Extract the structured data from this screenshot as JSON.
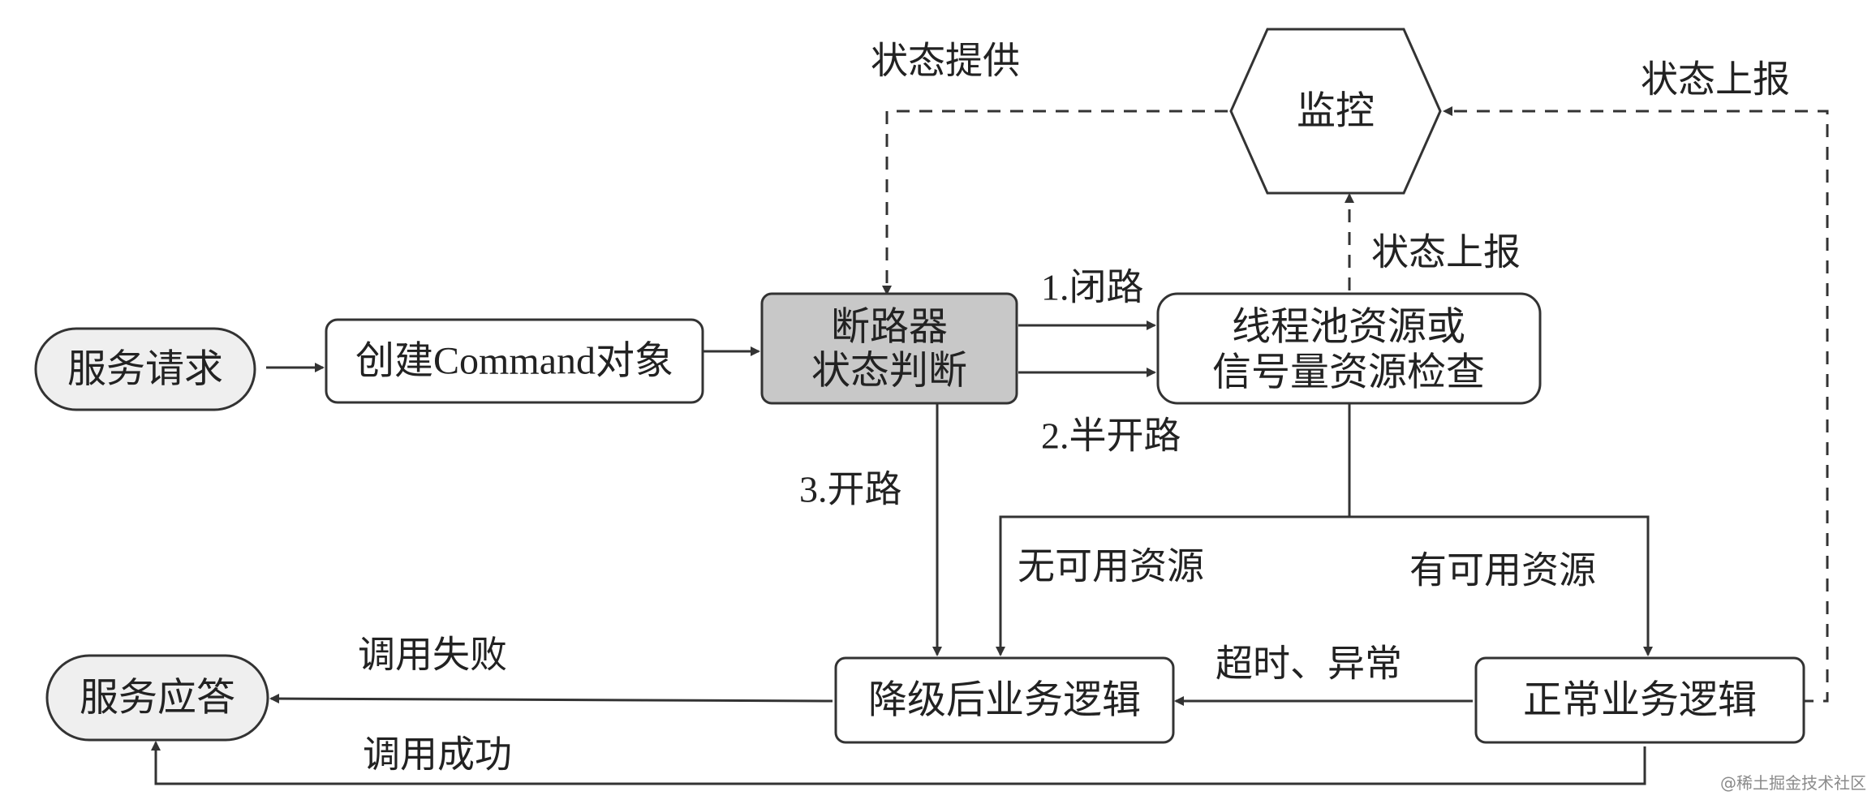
{
  "nodes": {
    "service_request": "服务请求",
    "create_command": "创建Command对象",
    "breaker_state_line1": "断路器",
    "breaker_state_line2": "状态判断",
    "resource_check_line1": "线程池资源或",
    "resource_check_line2": "信号量资源检查",
    "monitor": "监控",
    "fallback_logic": "降级后业务逻辑",
    "normal_logic": "正常业务逻辑",
    "service_response": "服务应答"
  },
  "edges": {
    "state_provide": "状态提供",
    "state_report_right": "状态上报",
    "state_report_up": "状态上报",
    "closed": "1.闭路",
    "half_open": "2.半开路",
    "open": "3.开路",
    "no_resource": "无可用资源",
    "has_resource": "有可用资源",
    "timeout_exception": "超时、异常",
    "call_failed": "调用失败",
    "call_success": "调用成功"
  },
  "watermark": "@稀土掘金技术社区",
  "colors": {
    "stroke": "#333333",
    "rounded_fill": "#efefef",
    "breaker_fill": "#c8c8c8",
    "box_fill": "#ffffff"
  }
}
